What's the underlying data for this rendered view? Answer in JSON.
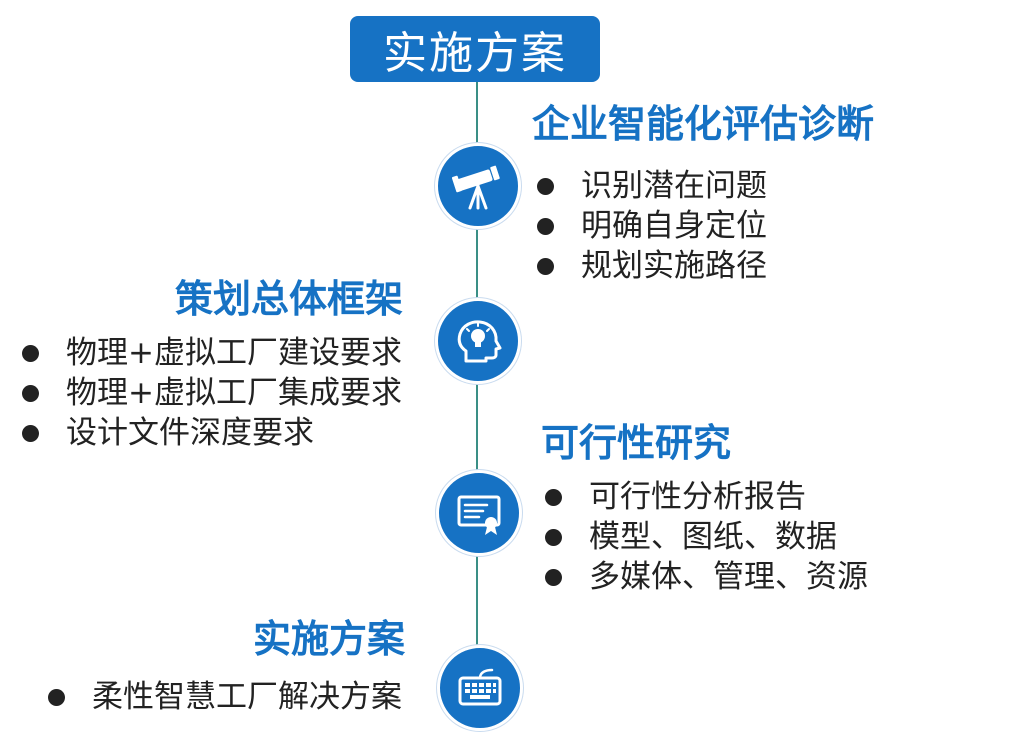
{
  "title": "实施方案",
  "colors": {
    "accent": "#1672c4",
    "line": "#3a8f86",
    "text": "#222222"
  },
  "sections": [
    {
      "heading": "企业智能化评估诊断",
      "icon": "telescope-icon",
      "items": [
        "识别潜在问题",
        "明确自身定位",
        "规划实施路径"
      ]
    },
    {
      "heading": "策划总体框架",
      "icon": "lightbulb-head-icon",
      "items": [
        "物理+虚拟工厂建设要求",
        "物理+虚拟工厂集成要求",
        "设计文件深度要求"
      ]
    },
    {
      "heading": "可行性研究",
      "icon": "certificate-icon",
      "items": [
        "可行性分析报告",
        "模型、图纸、数据",
        "多媒体、管理、资源"
      ]
    },
    {
      "heading": "实施方案",
      "icon": "keyboard-icon",
      "items": [
        "柔性智慧工厂解决方案"
      ]
    }
  ]
}
